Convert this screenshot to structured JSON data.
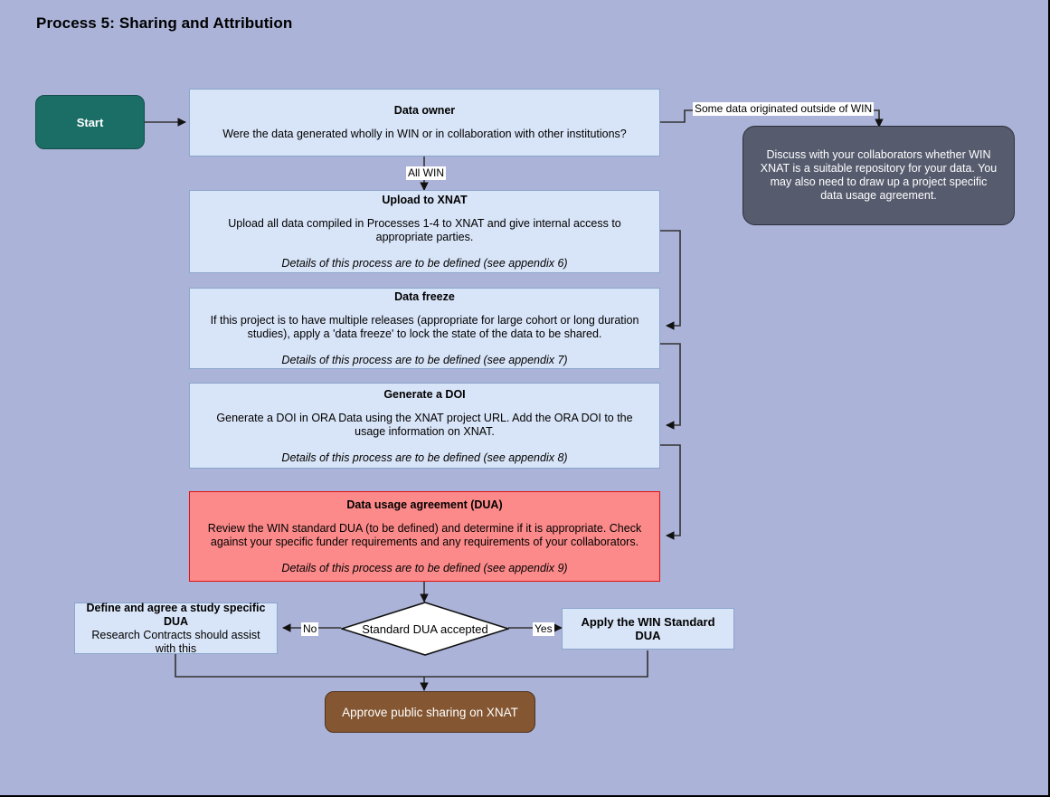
{
  "page": {
    "title": "Process 5: Sharing and Attribution",
    "background_color": "#abb3d8"
  },
  "colors": {
    "process_fill": "#d8e4f7",
    "process_border": "#8ba5cc",
    "danger_fill": "#fc8a8a",
    "danger_border": "#e01010",
    "start_fill": "#1b6e66",
    "end_fill": "#845631",
    "dark_fill": "#565b6e",
    "edge": "#333333"
  },
  "nodes": {
    "start": {
      "label": "Start"
    },
    "data_owner": {
      "header": "Data owner",
      "body": "Were the data generated wholly in WIN or in collaboration with other institutions?"
    },
    "outside_win_note": {
      "body": "Discuss with your collaborators whether WIN XNAT is a suitable repository for your data. You may also need to draw up a project specific data usage agreement."
    },
    "upload_xnat": {
      "header": "Upload to XNAT",
      "body": "Upload all data compiled in Processes 1-4 to XNAT and give internal access to appropriate parties.",
      "note": "Details of this process are to be defined (see appendix 6)"
    },
    "data_freeze": {
      "header": "Data freeze",
      "body": "If this project is to have multiple releases (appropriate for large cohort or long duration studies), apply a 'data freeze' to lock the state of the data to be shared.",
      "note": "Details of this process are to be defined (see appendix 7)"
    },
    "generate_doi": {
      "header": "Generate a DOI",
      "body": "Generate a DOI in ORA Data using the XNAT project URL. Add the ORA DOI to the usage information on XNAT.",
      "note": "Details of this process are to be defined (see appendix 8)"
    },
    "dua": {
      "header": "Data usage agreement (DUA)",
      "body": "Review the WIN standard DUA (to be defined) and determine if it is appropriate. Check against your specific funder requirements and any requirements of your collaborators.",
      "note": "Details of this process are to be defined (see appendix 9)"
    },
    "decision": {
      "label": "Standard  DUA accepted"
    },
    "study_specific_dua": {
      "header": "Define and agree a study specific DUA",
      "sub": "Research Contracts should assist with this"
    },
    "apply_standard_dua": {
      "label": "Apply the WIN Standard DUA"
    },
    "approve": {
      "label": "Approve public sharing on XNAT"
    }
  },
  "edge_labels": {
    "outside_win": "Some data originated outside of WIN",
    "all_win": "All WIN",
    "no": "No",
    "yes": "Yes"
  }
}
